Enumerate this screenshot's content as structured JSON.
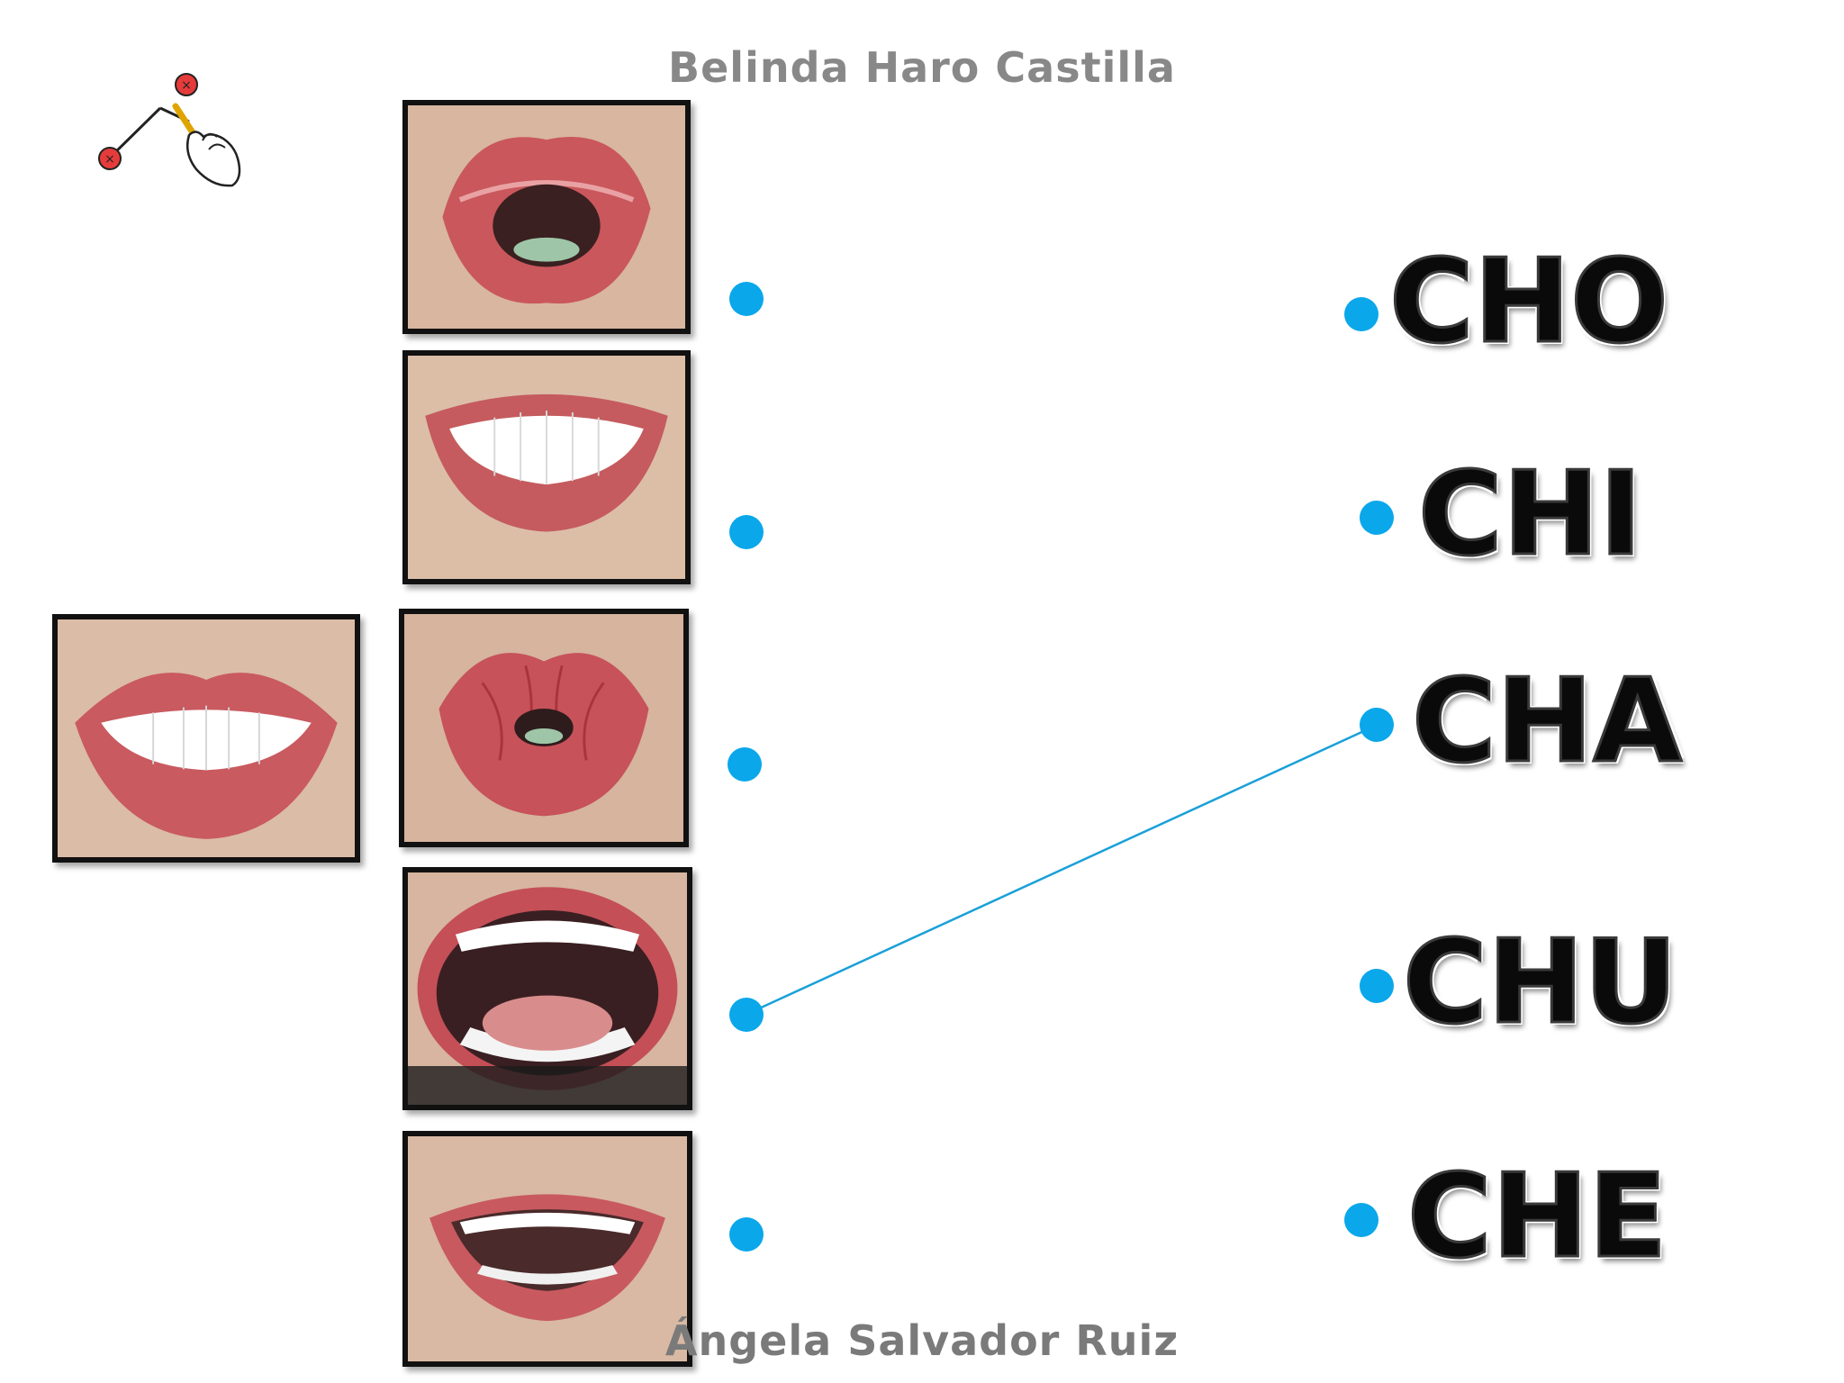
{
  "header": {
    "author_top": "Belinda Haro Castilla"
  },
  "footer": {
    "author_bottom": "Ángela Salvador Ruiz"
  },
  "icons": {
    "task": "join-with-line-icon"
  },
  "photos": [
    {
      "name": "mouth-photo-o",
      "mouth": "o-shape"
    },
    {
      "name": "mouth-photo-i",
      "mouth": "wide-smile"
    },
    {
      "name": "mouth-photo-u",
      "mouth": "pucker"
    },
    {
      "name": "mouth-photo-a",
      "mouth": "wide-open"
    },
    {
      "name": "mouth-photo-e",
      "mouth": "open-smile"
    },
    {
      "name": "mouth-photo-model",
      "mouth": "teeth-closed"
    }
  ],
  "syllables": [
    "CHO",
    "CHI",
    "CHA",
    "CHU",
    "CHE"
  ],
  "colors": {
    "dot": "#0aa7ea",
    "line": "#1aa0d8",
    "frame": "#111111",
    "credit": "#888888"
  },
  "connections": [
    {
      "from_photo": 3,
      "to_syllable": 2
    }
  ]
}
